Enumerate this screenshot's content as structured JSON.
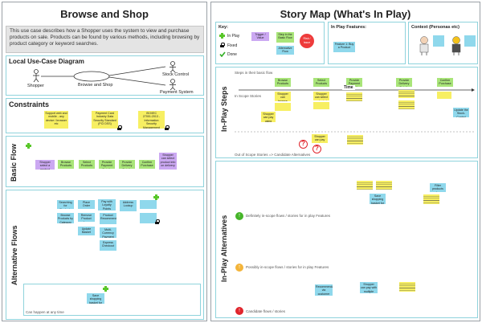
{
  "left": {
    "title": "Browse and Shop",
    "description": "This use case describes how a Shopper uses the system to view and purchase products on sale.  Products can be found by various methods, including browsing by product category or keyword searches.",
    "use_case": {
      "heading": "Local Use-Case Diagram",
      "actor": "Shopper",
      "use_case": "Browse and Shop",
      "stock": "Stock Control",
      "payment": "Payment System"
    },
    "constraints": {
      "heading": "Constraints",
      "items": [
        "Support web and mobile - any device / browser etc",
        "Payment Card Industry Data Security Standard (PCI DSS)",
        "ISO/IEC 27001:2013 - Information Security Management"
      ]
    },
    "basic_flow": {
      "label": "Basic Flow",
      "steps": [
        "Browse Products",
        "Select Products",
        "Provide Payment Details",
        "Provide Delivery Details",
        "Confirm Purchase"
      ],
      "purple_left": "Shopper select a product category",
      "purple_right": "Shopper can select product info on delivery"
    },
    "alt_flows": {
      "label": "Alternative Flows",
      "notes": [
        "Searching for Products",
        "Browse Products by Category",
        "Place Order",
        "Remove Product from Basket",
        "Update Basket",
        "Pay with Loyalty Points",
        "Product Recommendations",
        "Multi-Currency Payment",
        "Express Checkout",
        "Address Lookup"
      ],
      "anytime": "Can happen at any time",
      "anytime_note": "Save shopping basket for later"
    }
  },
  "right": {
    "title": "Story Map (What's In Play)",
    "key": {
      "heading": "Key:",
      "in_play": "In Play",
      "fixed": "Fixed",
      "done": "Done",
      "trigger": "Trigger / Value",
      "basic_step": "Step in the Basic Flow",
      "alt_flow": "Alternative Flow",
      "risk": "Risk / Issue"
    },
    "features": {
      "heading": "In Play Features:",
      "note": "Feature 1: Buy a Product"
    },
    "context": {
      "heading": "Context (Personas etc)"
    },
    "steps": {
      "label": "In-Play Steps",
      "caption": "Steps in their basic flow",
      "time": "Time",
      "in_scope": "In Scope Stories",
      "out_scope": "Out of Scope Stories => Candidate Alternatives",
      "step_notes": [
        "Browse Products",
        "Select Products",
        "Provide Payment Details",
        "Provide Delivery Details",
        "Confirm Purchase"
      ],
      "story_a": "Shopper can browse products by category",
      "story_b": "Shopper can select products to purchase",
      "story_c": "Shopper can pay using credit card",
      "story_d": "Update the Stock-Control status",
      "story_out1": "Shopper can pay using loyalty points"
    },
    "alternatives": {
      "label": "In-Play Alternatives",
      "definitely": "Definitely in-scope flows / stories for in play Features",
      "possibly": "Possibly in-scope flows / stories for in play Features",
      "candidate": "Candidate flows / stories",
      "alt_note1": "Save shopping basket for later",
      "alt_note2": "Filter products by customer ratings",
      "alt_note3": "Recommendations via customer history",
      "alt_note4": "Shopper can pay with multiple cards"
    }
  }
}
